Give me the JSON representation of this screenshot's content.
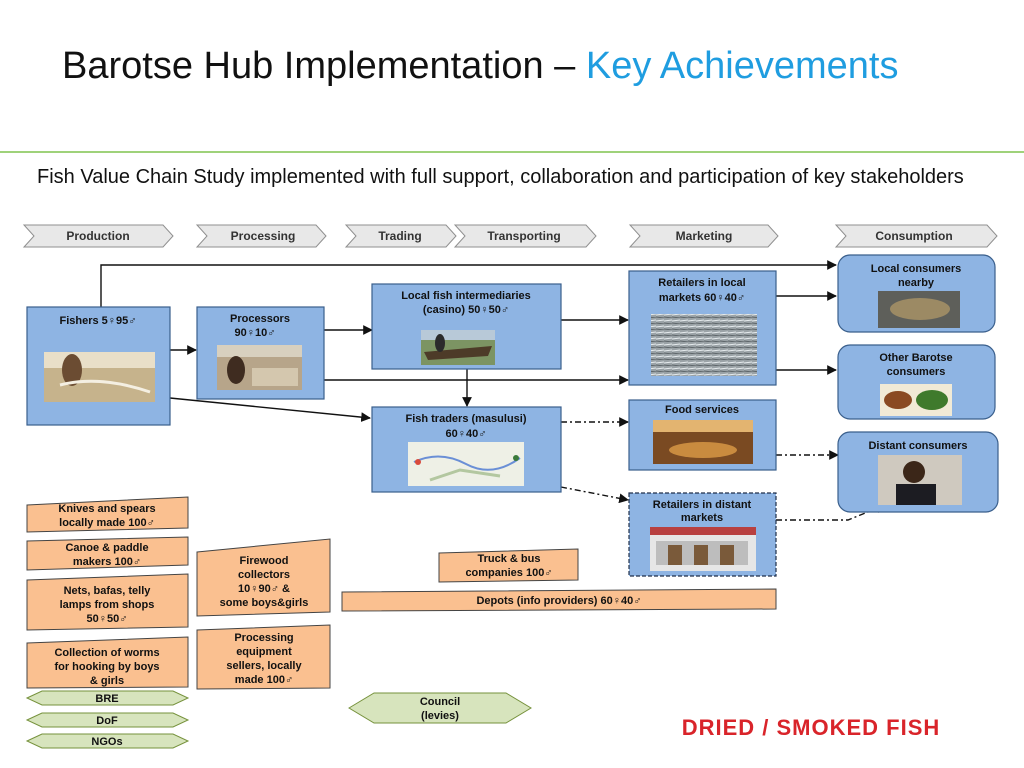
{
  "title": {
    "main": "Barotse Hub Implementation – ",
    "accent": "Key Achievements"
  },
  "subtitle": "Fish Value Chain Study implemented with full support, collaboration and participation of key stakeholders",
  "stages": [
    "Production",
    "Processing",
    "Trading",
    "Transporting",
    "Marketing",
    "Consumption"
  ],
  "nodes": {
    "fishers": "Fishers 5♀95♂",
    "processors": [
      "Processors",
      "90♀10♂"
    ],
    "local_intermediaries": [
      "Local fish intermediaries",
      "(casino) 50♀50♂"
    ],
    "fish_traders": [
      "Fish traders (masulusi)",
      "60♀40♂"
    ],
    "retailers_local": [
      "Retailers in local",
      "markets 60♀40♂"
    ],
    "food_services": "Food services",
    "retailers_distant": [
      "Retailers in distant",
      "markets"
    ],
    "local_consumers": [
      "Local consumers",
      "nearby"
    ],
    "other_barotse": [
      "Other Barotse",
      "consumers"
    ],
    "distant_consumers": "Distant consumers"
  },
  "support": {
    "knives": [
      "Knives and spears",
      "locally made 100♂"
    ],
    "canoe": [
      "Canoe & paddle",
      "makers 100♂"
    ],
    "nets": [
      "Nets, bafas, telly",
      "lamps from shops",
      "50♀50♂"
    ],
    "worms": [
      "Collection of worms",
      "for hooking by boys",
      "& girls"
    ],
    "firewood": [
      "Firewood",
      "collectors",
      "10♀90♂ &",
      "some boys&girls"
    ],
    "processing_equipment": [
      "Processing",
      "equipment",
      "sellers, locally",
      "made 100♂"
    ],
    "truck": [
      "Truck & bus",
      "companies 100♂"
    ],
    "depots": "Depots (info providers) 60♀40♂"
  },
  "institutions": {
    "bre": "BRE",
    "dof": "DoF",
    "ngos": "NGOs",
    "council": [
      "Council",
      "(levies)"
    ]
  },
  "product_label": "DRIED / SMOKED FISH",
  "colors": {
    "accent": "#1f9de0",
    "node_blue": "#8eb4e3",
    "support_orange": "#fac090",
    "inst_green": "#d7e4bd",
    "product_red": "#d9242a"
  }
}
